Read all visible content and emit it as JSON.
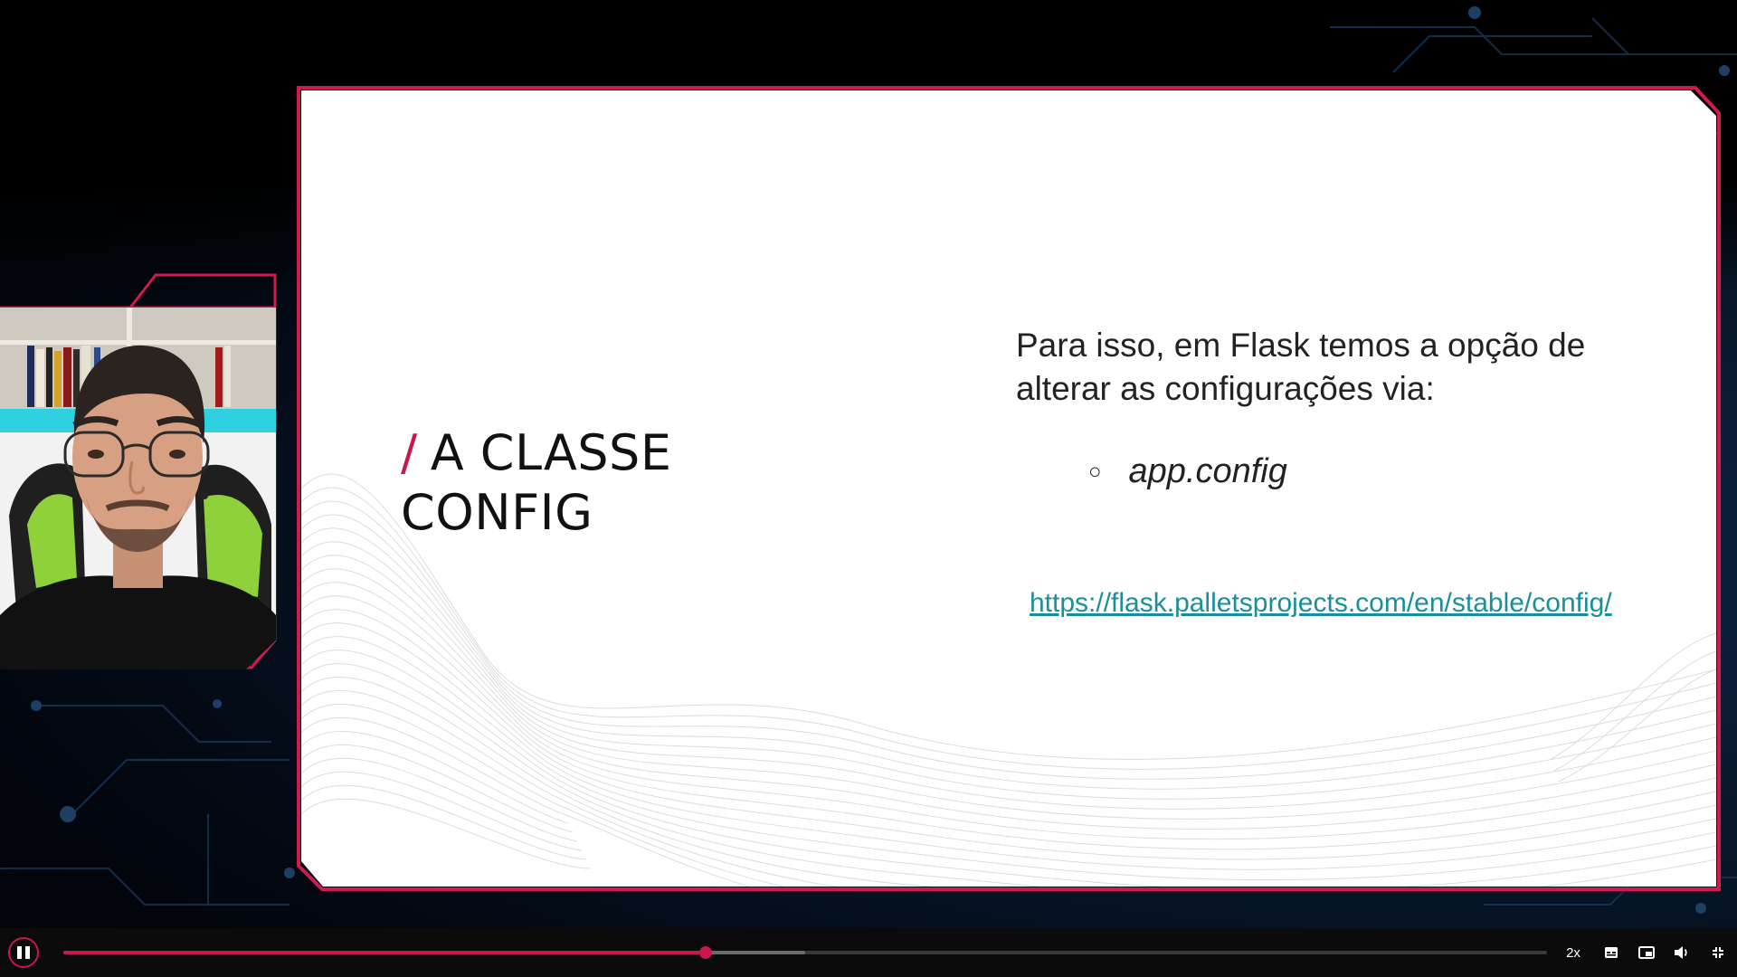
{
  "slide": {
    "title_slash": "/",
    "title_line1": "A CLASSE",
    "title_line2": "CONFIG",
    "body_line1": "Para isso, em Flask temos a opção de",
    "body_line2": "alterar as configurações via:",
    "bullet_mark": "○",
    "bullet_text": "app.config",
    "link": "https://flask.palletsprojects.com/en/stable/config/"
  },
  "player": {
    "progress": 0.433,
    "buffered": 0.5,
    "speed_label": "2x",
    "icons": [
      "pause-icon",
      "captions-icon",
      "picture-in-picture-icon",
      "volume-icon",
      "exit-fullscreen-icon"
    ]
  },
  "colors": {
    "accent": "#c8174a",
    "link": "#1a8f9a",
    "background": "#071425"
  }
}
